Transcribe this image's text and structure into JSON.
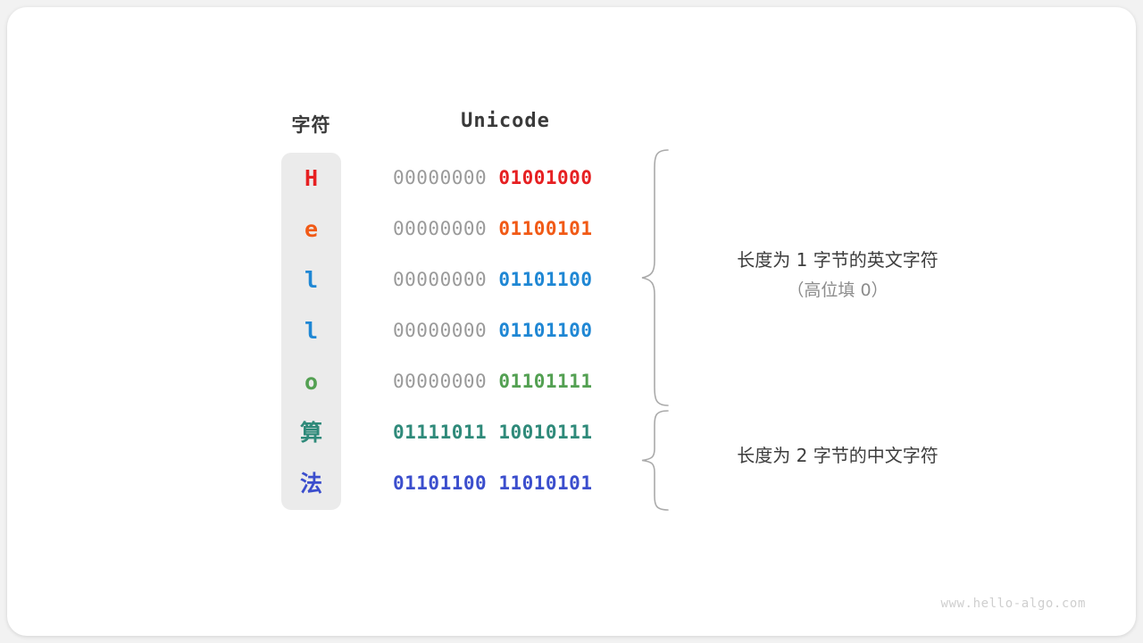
{
  "headers": {
    "char": "字符",
    "unicode": "Unicode"
  },
  "rows": [
    {
      "char": "H",
      "char_color": "#e62022",
      "high_byte": "00000000",
      "low_byte": "01001000",
      "low_color": "#e62022",
      "high_colored": false,
      "cjk": false
    },
    {
      "char": "e",
      "char_color": "#f15a16",
      "high_byte": "00000000",
      "low_byte": "01100101",
      "low_color": "#f15a16",
      "high_colored": false,
      "cjk": false
    },
    {
      "char": "l",
      "char_color": "#1f87d4",
      "high_byte": "00000000",
      "low_byte": "01101100",
      "low_color": "#1f87d4",
      "high_colored": false,
      "cjk": false
    },
    {
      "char": "l",
      "char_color": "#1f87d4",
      "high_byte": "00000000",
      "low_byte": "01101100",
      "low_color": "#1f87d4",
      "high_colored": false,
      "cjk": false
    },
    {
      "char": "o",
      "char_color": "#53a052",
      "high_byte": "00000000",
      "low_byte": "01101111",
      "low_color": "#53a052",
      "high_colored": false,
      "cjk": false
    },
    {
      "char": "算",
      "char_color": "#2f8a7a",
      "high_byte": "01111011",
      "low_byte": "10010111",
      "low_color": "#2f8a7a",
      "high_colored": true,
      "cjk": true
    },
    {
      "char": "法",
      "char_color": "#3b4ecd",
      "high_byte": "01101100",
      "low_byte": "11010101",
      "low_color": "#3b4ecd",
      "high_colored": true,
      "cjk": true
    }
  ],
  "annotations": {
    "group_one_main": "长度为 1 字节的英文字符",
    "group_one_sub": "（高位填 0）",
    "group_two_main": "长度为 2 字节的中文字符"
  },
  "watermark": "www.hello-algo.com",
  "colors": {
    "background": "#f2f2f2",
    "card": "#ffffff",
    "char_column": "#ebebeb",
    "header_text": "#3a3a3a",
    "high_byte_gray": "#9a9a9a",
    "annotation_text": "#3d3d3d",
    "annotation_sub": "#8c8c8c",
    "brace": "#aaaaaa",
    "watermark": "#cfcfcf"
  }
}
